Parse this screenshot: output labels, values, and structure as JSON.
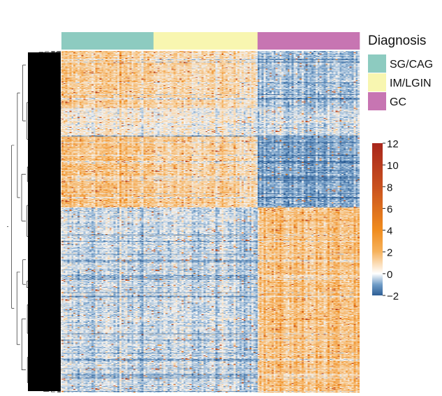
{
  "chart_data": {
    "type": "heatmap",
    "annotation": {
      "title": "Diagnosis",
      "groups": [
        {
          "label": "SG/CAG",
          "color": "#8DCBC0",
          "n_columns": 46
        },
        {
          "label": "IM/LGIN",
          "color": "#F8F6B0",
          "n_columns": 52
        },
        {
          "label": "GC",
          "color": "#C775B2",
          "n_columns": 51
        }
      ]
    },
    "row_dendrogram": true,
    "colorbar": {
      "range": [
        -2,
        12
      ],
      "ticks": [
        "12",
        "10",
        "8",
        "6",
        "4",
        "2",
        "0",
        "−2"
      ],
      "tick_values": [
        12,
        10,
        8,
        6,
        4,
        2,
        0,
        -2
      ],
      "colors": {
        "low": "#2D5E95",
        "mid": "#FFFFFF",
        "orange": "#F08C1E",
        "high": "#A8261C"
      }
    },
    "row_blocks": [
      {
        "rows": 80,
        "level": {
          "SG/CAG": 0.9,
          "IM/LGIN": 0.6,
          "GC": -0.7
        }
      },
      {
        "rows": 40,
        "level": {
          "SG/CAG": 0.2,
          "IM/LGIN": 0.1,
          "GC": -0.3
        }
      },
      {
        "rows": 100,
        "level": {
          "SG/CAG": 1.1,
          "IM/LGIN": 0.8,
          "GC": -1.0
        }
      },
      {
        "rows": 260,
        "level": {
          "SG/CAG": -0.35,
          "IM/LGIN": -0.35,
          "GC": 1.1
        }
      }
    ]
  }
}
